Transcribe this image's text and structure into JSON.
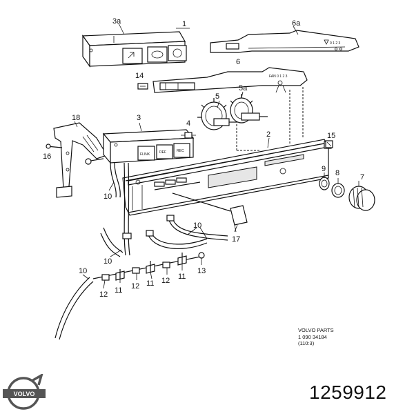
{
  "callouts": {
    "c1": "1",
    "c2": "2",
    "c3": "3",
    "c3a": "3a",
    "c5": "5",
    "c5a": "5a",
    "c6": "6",
    "c6a": "6a",
    "c7": "7",
    "c8": "8",
    "c9": "9",
    "c10a": "10",
    "c10b": "10",
    "c10c": "10",
    "c10d": "10",
    "c11a": "11",
    "c11b": "11",
    "c11c": "11",
    "c12a": "12",
    "c12b": "12",
    "c12c": "12",
    "c13": "13",
    "c14": "14",
    "c15": "15",
    "c16": "16",
    "c17": "17",
    "c18": "18",
    "c4": "4"
  },
  "switch_labels": {
    "flink": "FLINK",
    "def": "DEF",
    "rec": "REC",
    "fan": "FAN 0 1 2 3",
    "fan_a": "0 1 2 3"
  },
  "parts_note": {
    "line1": "VOLVO PARTS",
    "line2": "1  090  34184",
    "line3": "(110:3)"
  },
  "logo": {
    "brand": "VOLVO"
  },
  "part_number": "1259912"
}
